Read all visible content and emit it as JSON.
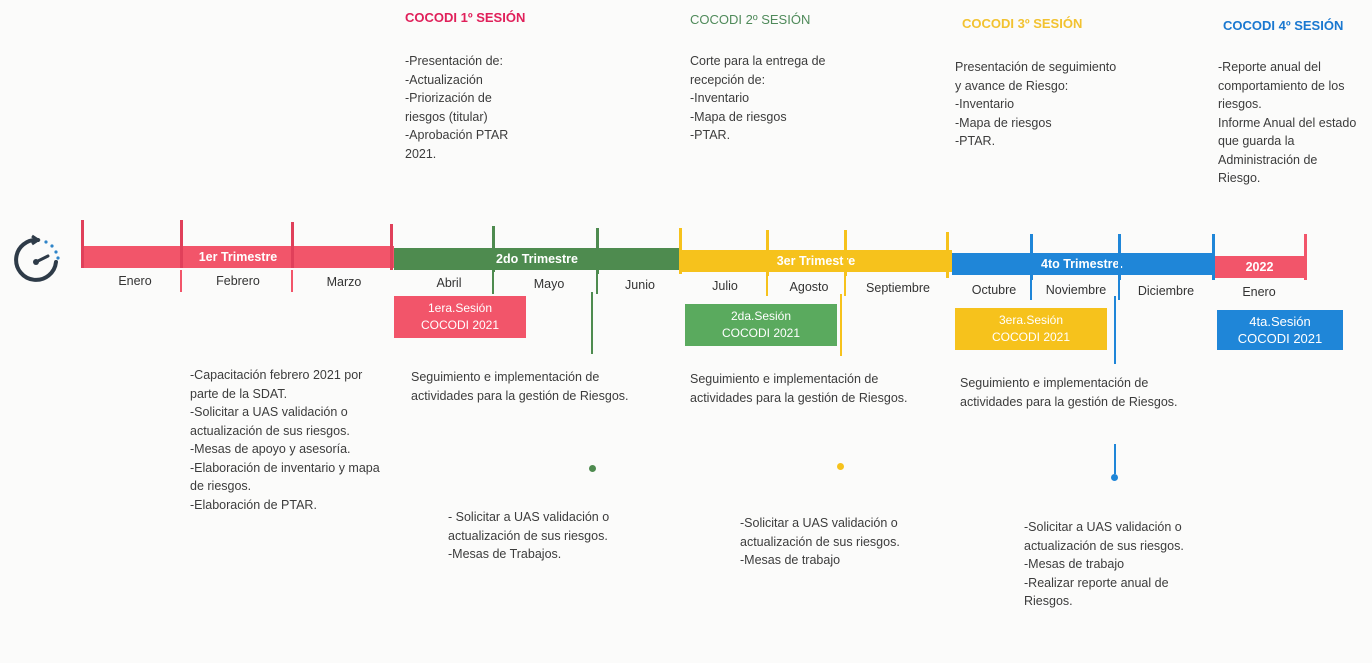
{
  "sessions_top": [
    {
      "title": "COCODI 1º SESIÓN",
      "color": "#e0205a",
      "body": "-Presentación de:\n-Actualización\n-Priorización de riesgos (titular)\n-Aprobación PTAR 2021."
    },
    {
      "title": "COCODI 2º SESIÓN",
      "color": "#4f8a5a",
      "body": "Corte para la entrega de recepción de:\n-Inventario\n-Mapa de riesgos\n-PTAR."
    },
    {
      "title": "COCODI 3º SESIÓN",
      "color": "#f2c230",
      "body": "Presentación de seguimiento y avance de Riesgo:\n-Inventario\n-Mapa de riesgos\n-PTAR."
    },
    {
      "title": "COCODI 4º SESIÓN",
      "color": "#1a78d0",
      "body": "-Reporte anual del comportamiento de los riesgos.\nInforme Anual del estado que guarda la Administración de Riesgo."
    }
  ],
  "quarters": [
    {
      "label": "1er Trimestre",
      "color": "#f2556a"
    },
    {
      "label": "2do Trimestre",
      "color": "#4e8b4f"
    },
    {
      "label": "3er Trimestre",
      "color": "#f6c21c"
    },
    {
      "label": "4to Trimestre.",
      "color": "#1f86d8"
    },
    {
      "label": "2022",
      "color": "#f2556a"
    }
  ],
  "months": [
    "Enero",
    "Febrero",
    "Marzo",
    "Abril",
    "Mayo",
    "Junio",
    "Julio",
    "Agosto",
    "Septiembre",
    "Octubre",
    "Noviembre",
    "Diciembre",
    "Enero"
  ],
  "session_boxes": [
    {
      "line1": "1era.Sesión",
      "line2": "COCODI 2021",
      "color": "#f2556a"
    },
    {
      "line1": "2da.Sesión",
      "line2": "COCODI 2021",
      "color": "#5aaa5e"
    },
    {
      "line1": "3era.Sesión",
      "line2": "COCODI 2021",
      "color": "#f6c21c"
    },
    {
      "line1": "4ta.Sesión",
      "line2": "COCODI 2021",
      "color": "#1f86d8"
    }
  ],
  "bottom_texts": {
    "q1": "-Capacitación febrero 2021 por parte de la SDAT.\n-Solicitar a UAS validación o actualización de sus riesgos.\n-Mesas de apoyo y asesoría.\n-Elaboración de inventario y mapa de riesgos.\n-Elaboración de PTAR.",
    "q2a": "Seguimiento e implementación de actividades para la gestión de Riesgos.",
    "q2b": "- Solicitar a UAS validación o actualización de sus riesgos.\n-Mesas de Trabajos.",
    "q3a": "Seguimiento e implementación de actividades para la gestión de Riesgos.",
    "q3b": "-Solicitar a UAS validación o actualización de sus riesgos.\n-Mesas de trabajo",
    "q4a": "Seguimiento e implementación de actividades para la gestión de Riesgos.",
    "q4b": "-Solicitar a UAS validación o actualización de sus riesgos.\n-Mesas de trabajo\n-Realizar reporte anual de Riesgos."
  }
}
